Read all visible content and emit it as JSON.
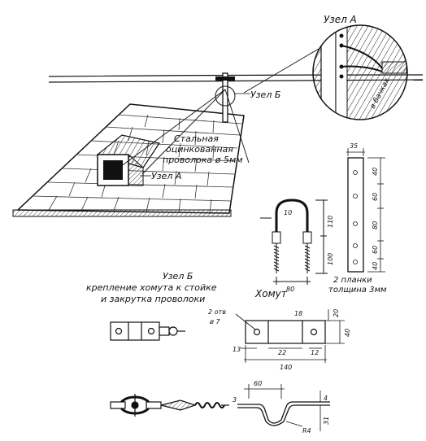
{
  "labels": {
    "node_a_title": "Узел А",
    "node_b_pointer": "Узел Б",
    "node_a_pointer": "Узел А",
    "wire_line1": "Стальная",
    "wire_line2": "оцинкованная",
    "wire_line3": "проволока ø 5мм",
    "in_beams": "в бачках",
    "node_b_title": "Узел Б",
    "node_b_desc1": "крепление хомута к стойке",
    "node_b_desc2": "и закрутка проволоки",
    "clamp_title": "Хомут",
    "plank_note1": "2 планки",
    "plank_note2": "толщина 3мм"
  },
  "dimensions": {
    "plank_width": "35",
    "plank_d1": "40",
    "plank_d2": "60",
    "plank_d3": "80",
    "plank_d4": "60",
    "plank_d5": "40",
    "ubolt_thread": "10",
    "ubolt_h1": "110",
    "ubolt_h2": "100",
    "ubolt_width": "80",
    "clamp_holes": "2 отв",
    "clamp_dia": "ø 7",
    "clamp_d18": "18",
    "clamp_d20": "20",
    "clamp_d40": "40",
    "clamp_d13": "13",
    "clamp_d22": "22",
    "clamp_d12": "12",
    "clamp_d140": "140",
    "clamp_d60": "60",
    "clamp_d3": "3",
    "clamp_d4": "4",
    "clamp_d31": "31",
    "clamp_r4": "R4"
  }
}
